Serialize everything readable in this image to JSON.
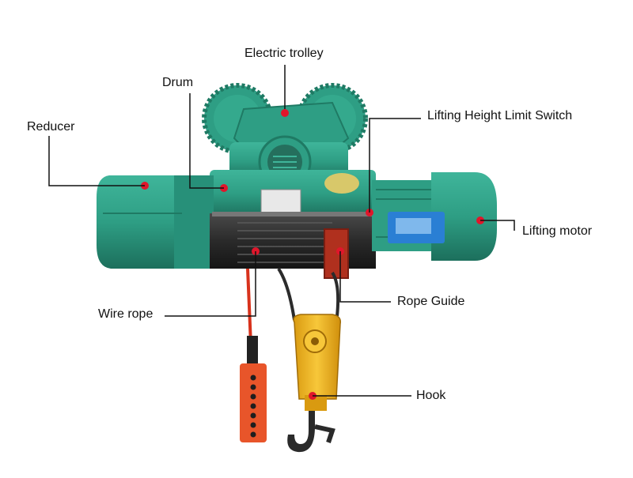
{
  "labels": {
    "electric_trolley": "Electric trolley",
    "drum": "Drum",
    "reducer": "Reducer",
    "limit_switch": "Lifting Height Limit Switch",
    "lifting_motor": "Lifting motor",
    "wire_rope": "Wire rope",
    "rope_guide": "Rope Guide",
    "hook": "Hook"
  },
  "colors": {
    "hoist_green": "#2e9e84",
    "hoist_dark_green": "#1f7a64",
    "marker_red": "#e0162b",
    "hook_yellow": "#f0b41c",
    "pendant_orange": "#e8552a",
    "cable_red": "#d8321c",
    "motor_plate_blue": "#2a7fd4",
    "leader_line": "#111111"
  }
}
